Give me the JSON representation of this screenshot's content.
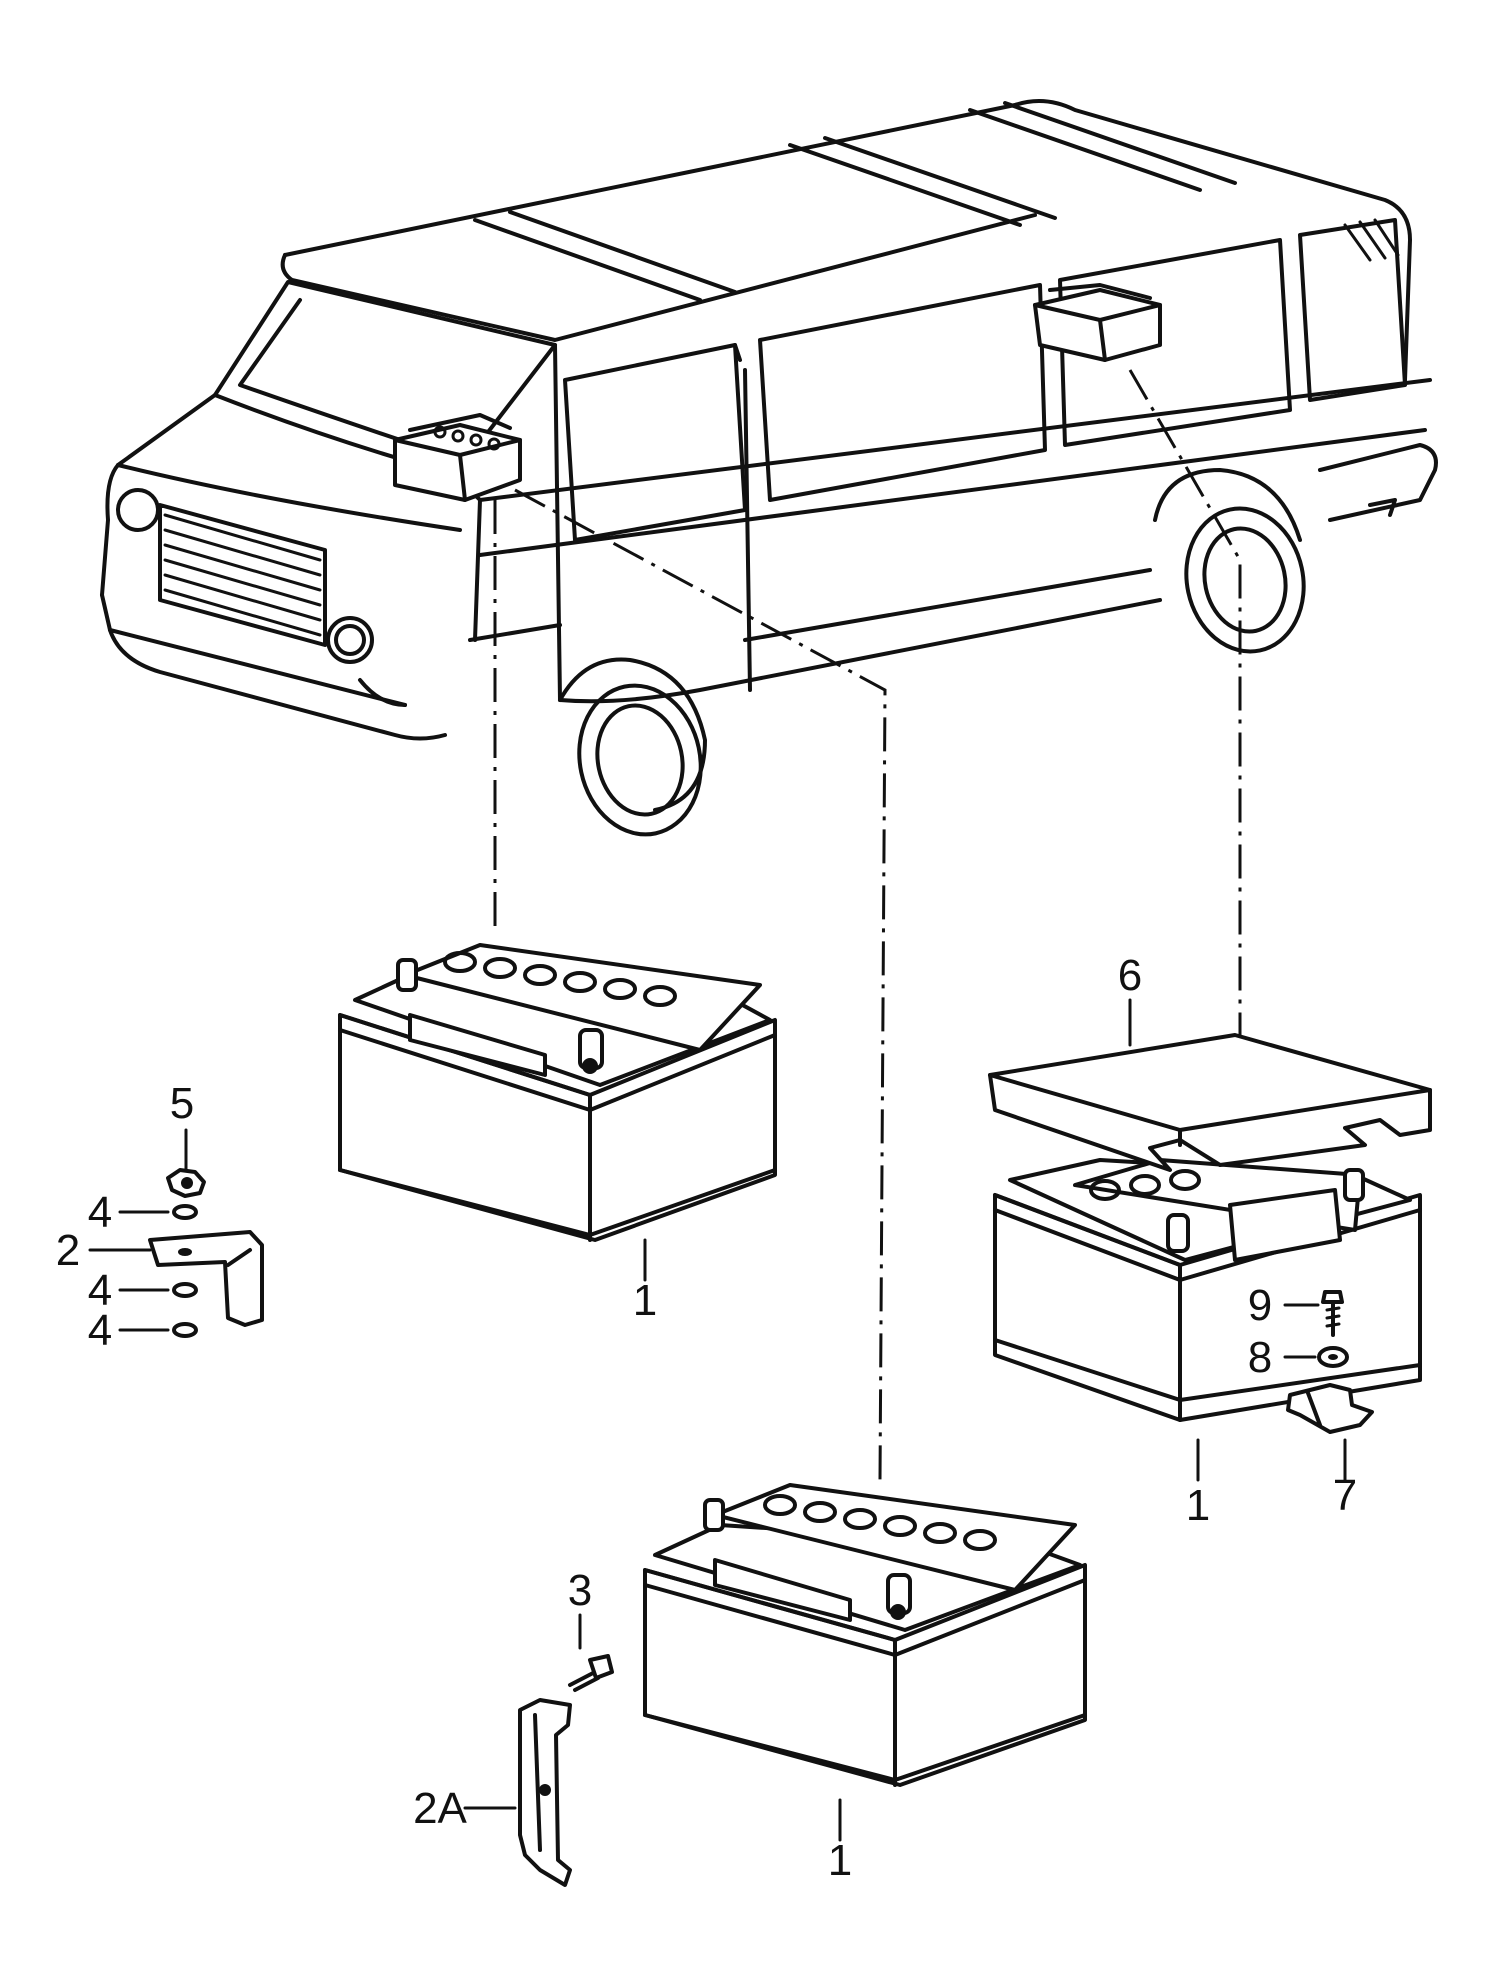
{
  "callouts": {
    "battery_1a": "1",
    "battery_1b": "1",
    "battery_1c": "1",
    "bracket_2": "2",
    "bracket_2a": "2A",
    "screw_3": "3",
    "washer_4a": "4",
    "washer_4b": "4",
    "washer_4c": "4",
    "nut_5": "5",
    "cover_6": "6",
    "clamp_7": "7",
    "washer_8": "8",
    "bolt_9": "9"
  },
  "colors": {
    "line": "#111111",
    "background": "#ffffff"
  }
}
